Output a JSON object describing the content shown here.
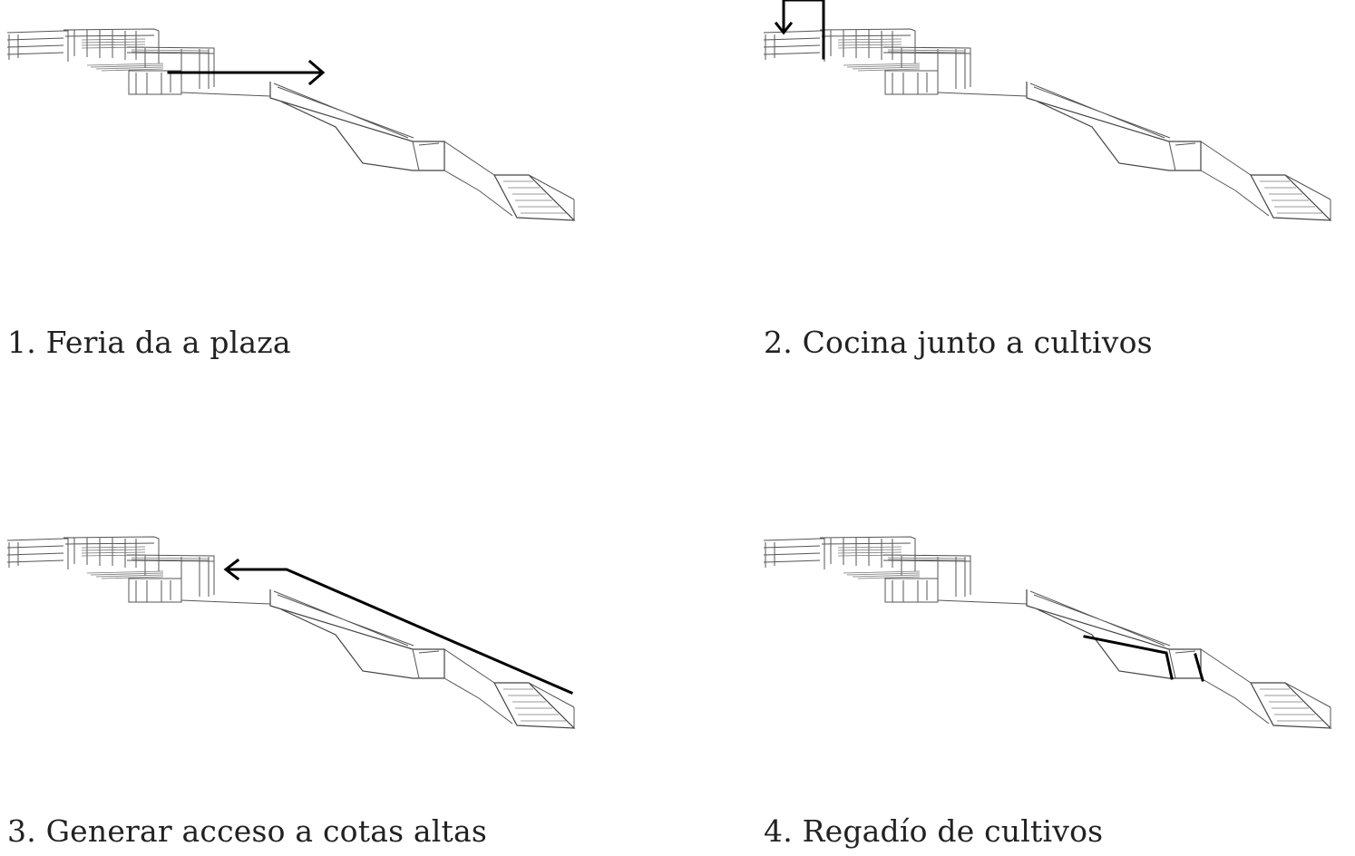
{
  "diagrams": [
    {
      "caption": "1. Feria da a plaza",
      "arrow_direction": "right"
    },
    {
      "caption": "2. Cocina junto a cultivos",
      "arrow_direction": "down"
    },
    {
      "caption": "3. Generar acceso a cotas altas",
      "arrow_direction": "left"
    },
    {
      "caption": "4. Regadío de cultivos",
      "arrow_direction": "none"
    }
  ],
  "colors": {
    "linework": "#555555",
    "annotation": "#000000",
    "background": "#ffffff"
  }
}
